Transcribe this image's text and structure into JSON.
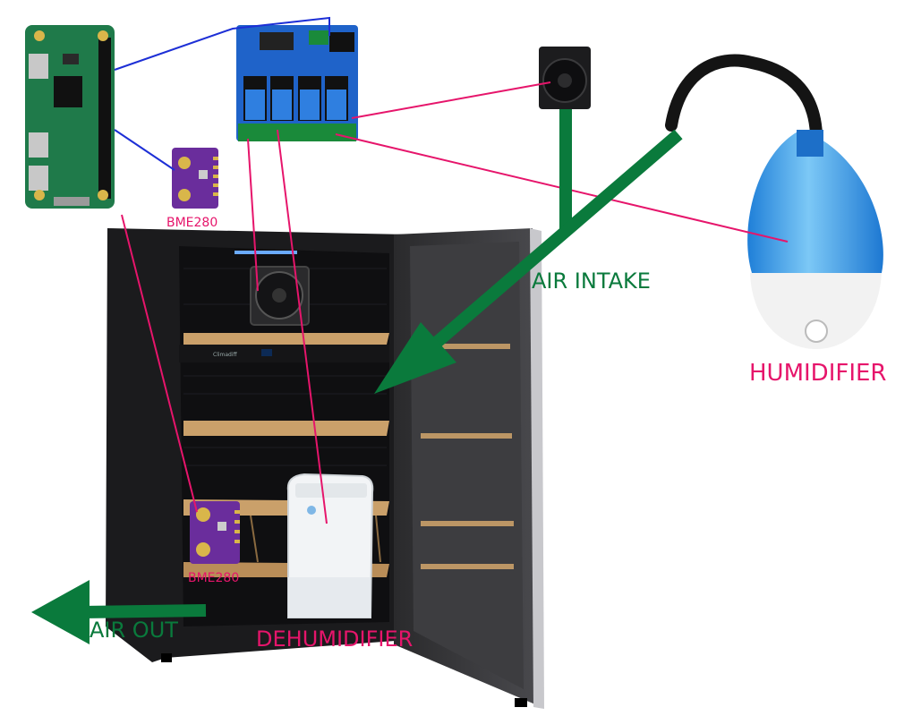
{
  "labels": {
    "sensor_top": "BME280",
    "sensor_inside": "BME280",
    "air_intake": "AIR INTAKE",
    "air_out": "AIR OUT",
    "humidifier": "HUMIDIFIER",
    "dehumidifier": "DEHUMIDIFIER"
  },
  "colors": {
    "pink_wire": "#e6156b",
    "blue_wire": "#1d2fd6",
    "airflow_green": "#0a7a3c",
    "fridge_body": "#1b1b1d",
    "shelf_wood": "#caa06a",
    "board_green": "#1f7a4a",
    "relay_blue": "#1f63c9",
    "sensor_purple": "#6a2d9c",
    "humidifier_blue": "#3a9fe6"
  },
  "icons": [
    "raspberry-pi-board",
    "relay-module",
    "bme280-sensor",
    "fan",
    "humidifier",
    "dehumidifier",
    "wine-fridge"
  ]
}
